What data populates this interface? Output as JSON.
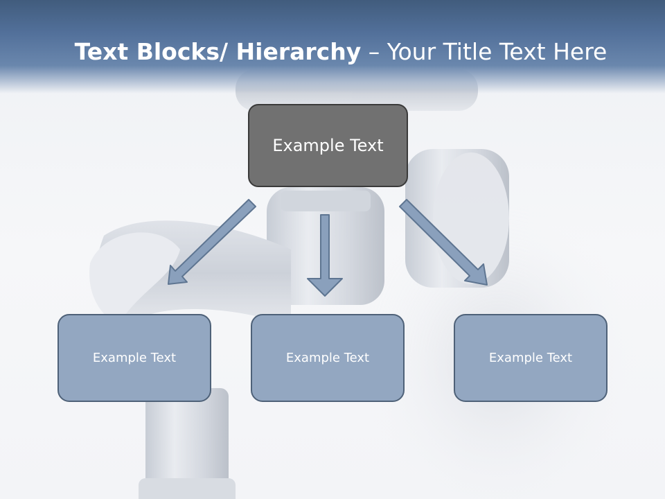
{
  "slide": {
    "title_bold": "Text Blocks/ Hierarchy",
    "title_rest": " – Your Title Text Here"
  },
  "diagram": {
    "top_box": "Example Text",
    "children": [
      "Example Text",
      "Example Text",
      "Example Text"
    ]
  },
  "colors": {
    "header": "#52709a",
    "top_box_fill": "#717171",
    "child_box_fill": "#93a7c1",
    "arrow_fill": "#8aa0bc"
  },
  "background_image": "faucet-photo"
}
